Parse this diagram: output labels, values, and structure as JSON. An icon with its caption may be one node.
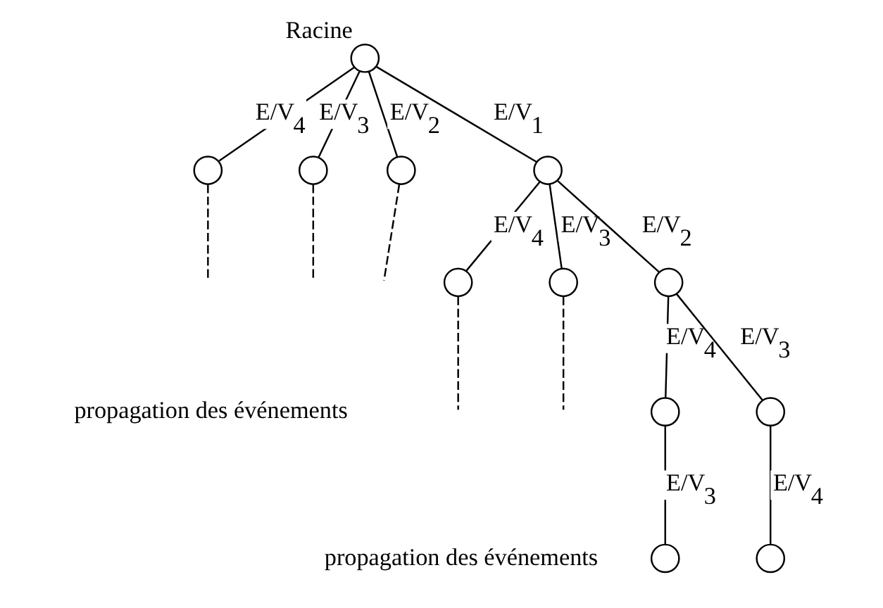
{
  "diagram": {
    "nodes": [
      {
        "text": [
          "Racine"
        ]
      },
      {
        "text": [],
        "shape": "circle"
      },
      {
        "text": [],
        "shape": "circle"
      },
      {
        "text": [],
        "shape": "circle"
      },
      {
        "text": [],
        "shape": "circle"
      },
      {
        "text": [],
        "shape": "circle"
      },
      {
        "text": [],
        "shape": "circle"
      },
      {
        "text": [],
        "shape": "circle"
      },
      {
        "text": [],
        "shape": "circle"
      },
      {
        "text": [],
        "shape": "circle"
      },
      {
        "text": [],
        "shape": "circle"
      },
      {
        "text": [],
        "shape": "circle"
      }
    ],
    "edges": [
      {
        "from": 0,
        "to": 1,
        "arrow": "none",
        "label": "E/V$_{4}$"
      },
      {
        "from": 0,
        "to": 2,
        "arrow": "none",
        "label": "E/V$_{3}$"
      },
      {
        "from": 0,
        "to": 3,
        "arrow": "none",
        "label": "E/V$_{2}$"
      },
      {
        "from": 0,
        "to": 4,
        "arrow": "none",
        "label": "E/V$_{1}$"
      },
      {
        "from": 1,
        "to": null,
        "arrow": "none",
        "style": "dashed"
      },
      {
        "from": 2,
        "to": null,
        "arrow": "none",
        "style": "dashed"
      },
      {
        "from": 3,
        "to": null,
        "arrow": "none",
        "style": "dashed"
      },
      {
        "from": 4,
        "to": 5,
        "arrow": "none",
        "label": "E/V$_{4}$"
      },
      {
        "from": 4,
        "to": 6,
        "arrow": "none",
        "label": "E/V$_{3}$"
      },
      {
        "from": 4,
        "to": 7,
        "arrow": "none",
        "label": "E/V$_{2}$"
      },
      {
        "from": 5,
        "to": null,
        "arrow": "none",
        "style": "dashed"
      },
      {
        "from": 6,
        "to": null,
        "arrow": "none",
        "style": "dashed"
      },
      {
        "from": 7,
        "to": 8,
        "arrow": "none",
        "label": "E/V$_{4}$"
      },
      {
        "from": 7,
        "to": 9,
        "arrow": "none",
        "label": "E/V$_{3}$"
      },
      {
        "from": 8,
        "to": 10,
        "arrow": "none",
        "label": "E/V$_{3}$"
      },
      {
        "from": 9,
        "to": 11,
        "arrow": "none",
        "label": "E/V$_{4}$"
      }
    ],
    "labels": [
      "propagation des événements",
      "propagation des événements"
    ]
  }
}
